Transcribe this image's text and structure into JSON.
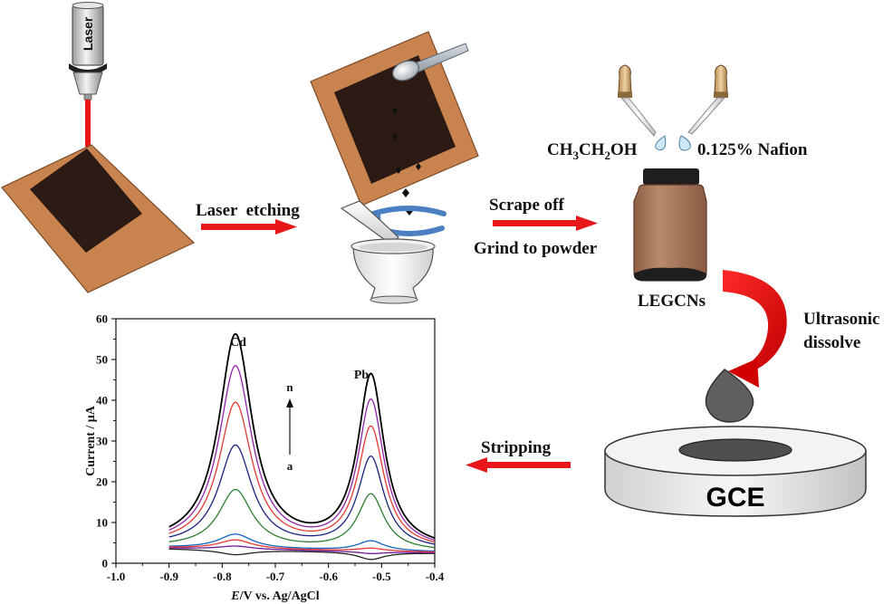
{
  "laser_label": "Laser",
  "steps": {
    "laser_etching": "Laser  etching",
    "scrape_off": "Scrape off",
    "grind": "Grind to powder",
    "ultrasonic_line1": "Ultrasonic",
    "ultrasonic_line2": "dissolve",
    "stripping": "Stripping"
  },
  "reagents": {
    "ethanol": {
      "base1": "CH",
      "sub1": "3",
      "base2": "CH",
      "sub2": "2",
      "base3": "OH"
    },
    "nafion": "0.125% Nafion",
    "bottle_label": "LEGCNs"
  },
  "electrode_label": "GCE",
  "colors": {
    "copper": "#c8834f",
    "film": "#2c1a14",
    "red_arrow": "#e8181a",
    "bottle": "#a9785a",
    "droplet": "#5f5f5f"
  },
  "chart_data": {
    "type": "line",
    "xlabel_italic": "E",
    "xlabel_rest": "/V vs. Ag/AgCl",
    "ylabel": "Current / μA",
    "xlim": [
      -1.0,
      -0.4
    ],
    "ylim": [
      0,
      60
    ],
    "xticks": [
      "-1.0",
      "-0.9",
      "-0.8",
      "-0.7",
      "-0.6",
      "-0.5",
      "-0.4"
    ],
    "yticks": [
      "0",
      "10",
      "20",
      "30",
      "40",
      "50",
      "60"
    ],
    "peak_labels": {
      "cd": "Cd",
      "pb": "Pb"
    },
    "annotation": {
      "top": "n",
      "bottom": "a"
    },
    "cd_peak_x": -0.775,
    "pb_peak_x": -0.52,
    "series": [
      {
        "color": "#222222",
        "cd": 2.4,
        "pb": 1.8,
        "base": 3.6
      },
      {
        "color": "#6a1b9a",
        "cd": 4.5,
        "pb": 3.2,
        "base": 3.7
      },
      {
        "color": "#1565c0",
        "cd": 7.4,
        "pb": 6.3,
        "base": 3.9
      },
      {
        "color": "#e53935",
        "cd": 6.0,
        "pb": 4.5,
        "base": 3.8
      },
      {
        "color": "#2e7d32",
        "cd": 18.2,
        "pb": 17.6,
        "base": 4.0
      },
      {
        "color": "#1a237e",
        "cd": 29.0,
        "pb": 26.6,
        "base": 4.2
      },
      {
        "color": "#e53935",
        "cd": 39.4,
        "pb": 33.8,
        "base": 4.2
      },
      {
        "color": "#8e24aa",
        "cd": 48.3,
        "pb": 40.2,
        "base": 4.2
      },
      {
        "color": "#000000",
        "cd": 56.0,
        "pb": 46.3,
        "base": 4.3
      }
    ]
  }
}
